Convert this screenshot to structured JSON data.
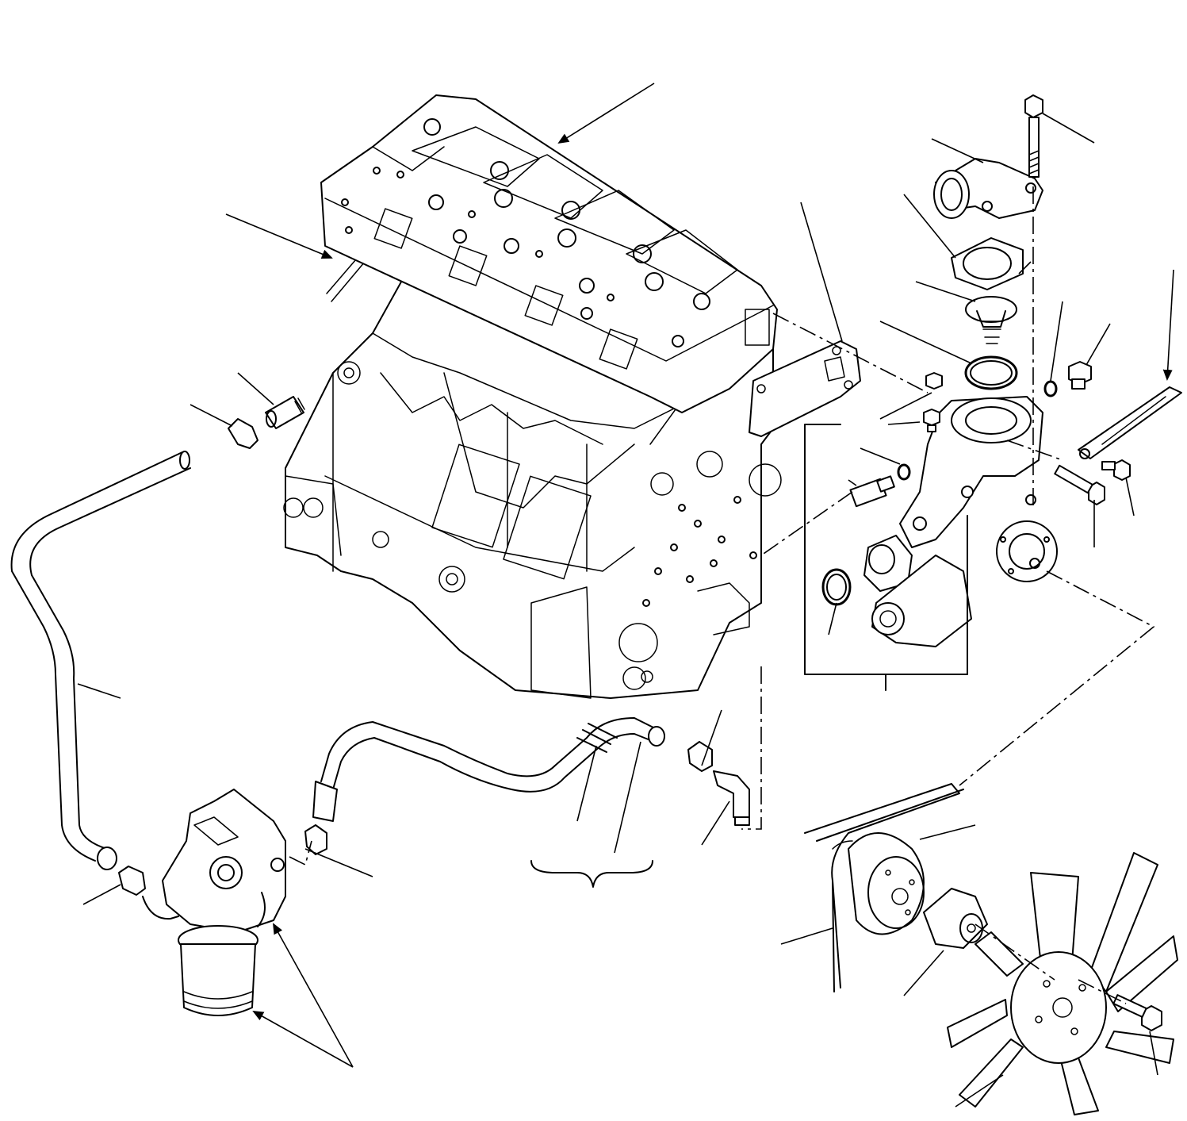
{
  "diagram": {
    "type": "exploded-parts-drawing",
    "callout_labels": [],
    "parts": [
      "cylinder-head",
      "cylinder-block",
      "head-gasket",
      "thermostat-cover",
      "thermostat-cover-bolt",
      "thermostat-cover-gasket",
      "thermostat",
      "thermostat-o-ring",
      "water-pump",
      "water-pump-gasket",
      "drain-plug",
      "temperature-sender",
      "sealing-washer",
      "pump-o-ring",
      "adjusting-bracket",
      "bracket-bolt",
      "water-hose-left",
      "water-hose-center",
      "hose-clamp",
      "hose-fitting",
      "elbow-fitting",
      "oil-filter-housing",
      "oil-filter-cartridge",
      "fan-pulley",
      "v-belt",
      "spacer",
      "cooling-fan",
      "fan-bolt"
    ]
  }
}
